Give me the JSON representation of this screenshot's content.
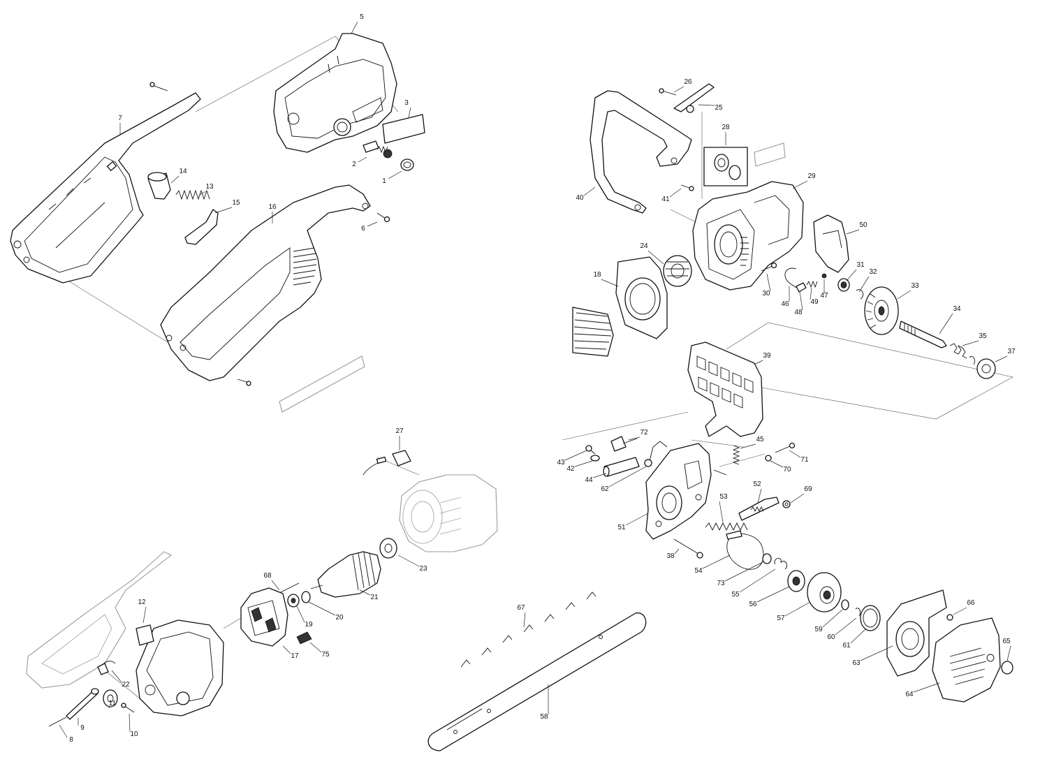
{
  "parts": [
    {
      "no": "1"
    },
    {
      "no": "2"
    },
    {
      "no": "3"
    },
    {
      "no": "5"
    },
    {
      "no": "6"
    },
    {
      "no": "7"
    },
    {
      "no": "8"
    },
    {
      "no": "9"
    },
    {
      "no": "10"
    },
    {
      "no": "11"
    },
    {
      "no": "12"
    },
    {
      "no": "13"
    },
    {
      "no": "14"
    },
    {
      "no": "15"
    },
    {
      "no": "16"
    },
    {
      "no": "17"
    },
    {
      "no": "18"
    },
    {
      "no": "19"
    },
    {
      "no": "20"
    },
    {
      "no": "21"
    },
    {
      "no": "22"
    },
    {
      "no": "23"
    },
    {
      "no": "24"
    },
    {
      "no": "25"
    },
    {
      "no": "26"
    },
    {
      "no": "27"
    },
    {
      "no": "28"
    },
    {
      "no": "29"
    },
    {
      "no": "30"
    },
    {
      "no": "31"
    },
    {
      "no": "32"
    },
    {
      "no": "33"
    },
    {
      "no": "34"
    },
    {
      "no": "35"
    },
    {
      "no": "37"
    },
    {
      "no": "38"
    },
    {
      "no": "39"
    },
    {
      "no": "40"
    },
    {
      "no": "41"
    },
    {
      "no": "42"
    },
    {
      "no": "43"
    },
    {
      "no": "44"
    },
    {
      "no": "45"
    },
    {
      "no": "46"
    },
    {
      "no": "47"
    },
    {
      "no": "48"
    },
    {
      "no": "49"
    },
    {
      "no": "50"
    },
    {
      "no": "51"
    },
    {
      "no": "52"
    },
    {
      "no": "53"
    },
    {
      "no": "54"
    },
    {
      "no": "55"
    },
    {
      "no": "56"
    },
    {
      "no": "57"
    },
    {
      "no": "58"
    },
    {
      "no": "59"
    },
    {
      "no": "60"
    },
    {
      "no": "61"
    },
    {
      "no": "62"
    },
    {
      "no": "63"
    },
    {
      "no": "64"
    },
    {
      "no": "65"
    },
    {
      "no": "66"
    },
    {
      "no": "67"
    },
    {
      "no": "68"
    },
    {
      "no": "69"
    },
    {
      "no": "70"
    },
    {
      "no": "71"
    },
    {
      "no": "72"
    },
    {
      "no": "73"
    },
    {
      "no": "75"
    }
  ]
}
